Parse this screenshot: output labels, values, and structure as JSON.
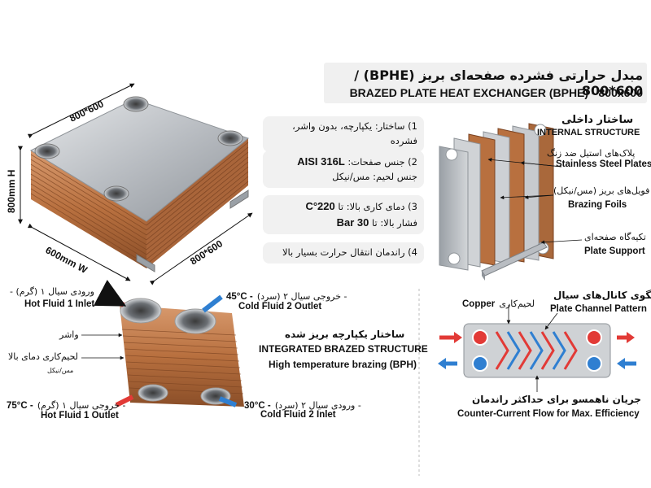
{
  "header": {
    "title_fa": "مبدل حرارتی فشرده صفحه‌ای بریز (BPHE) / 800*600",
    "title_en": "BRAZED PLATE HEAT EXCHANGER (BPHE) - 800x600"
  },
  "dimensions": {
    "top": "800*600",
    "height": "800mm H",
    "width": "600mm W",
    "depth": "800*600"
  },
  "specs": [
    {
      "text": "1) ساختار: یکپارچه، بدون واشر، فشرده"
    },
    {
      "line1_fa": "2) جنس صفحات:",
      "line1_lat": "AISI 316L",
      "line2": "جنس لحیم: مس/نیکل"
    },
    {
      "line1_fa": "3) دمای کاری بالا: تا",
      "line1_lat": "220°C",
      "line2_fa": "فشار بالا: تا",
      "line2_lat": "30 Bar"
    },
    {
      "text": "4) راندمان انتقال حرارت بسیار بالا"
    }
  ],
  "internal": {
    "title_fa": "ساختار داخلی",
    "title_en": "INTERNAL STRUCTURE",
    "plates_fa": "پلاک‌های استیل ضد زنگ",
    "plates_en": "Stainless Steel Plates",
    "foils_fa": "فویل‌های بریز (مس/نیکل)",
    "foils_en": "Brazing Foils",
    "support_fa": "تکیه‌گاه صفحه‌ای",
    "support_en": "Plate Support"
  },
  "ports": {
    "hot_in_fa": "ورودی سیال ۱ (گرم) -",
    "hot_in_en": "Hot Fluid 1 Inlet",
    "hot_out_fa": "خروجی سیال ۱ (گرم) -",
    "hot_out_temp": "75°C -",
    "hot_out_en": "Hot Fluid 1 Outlet",
    "cold_out_fa": "خروجی سیال ۲ (سرد) -",
    "cold_out_temp": "45°C -",
    "cold_out_en": "Cold Fluid 2 Outlet",
    "cold_in_fa": "ورودی سیال ۲ (سرد) -",
    "cold_in_temp": "30°C -",
    "cold_in_en": "Cold Fluid 2 Inlet",
    "gasket_fa": "واشر",
    "brazing_fa": "لحیم‌کاری دمای بالا",
    "brazing_sub": "مس/نیکل"
  },
  "center": {
    "fa": "ساختار یکپارچه بریز شده",
    "en1": "INTEGRATED BRAZED STRUCTURE",
    "en2": "High temperature brazing (BPH)"
  },
  "channel": {
    "copper_en": "Copper",
    "copper_fa": "لحیم‌کاری",
    "pattern_fa": "الگوی کانال‌های سیال",
    "pattern_en": "Plate Channel Pattern",
    "flow_fa": "جریان ناهمسو برای حداکثر راندمان",
    "flow_en": "Counter-Current Flow for Max. Efficiency"
  },
  "colors": {
    "copper": "#b8703f",
    "steel": "#c9ccd0",
    "hot": "#e23a36",
    "cold": "#2f7fd1"
  }
}
